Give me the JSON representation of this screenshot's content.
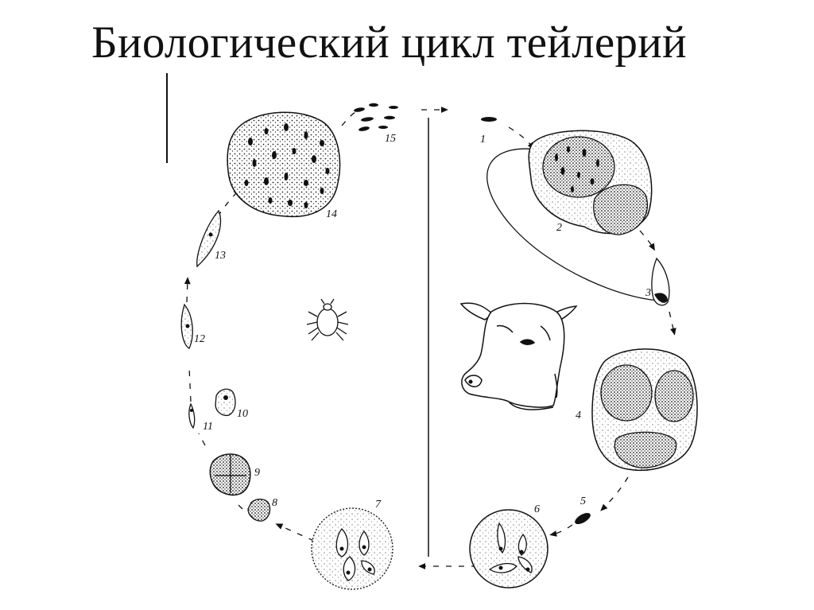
{
  "title": "Биологический цикл тейлерий",
  "stages": {
    "s1": "1",
    "s2": "2",
    "s3": "3",
    "s4": "4",
    "s5": "5",
    "s6": "6",
    "s7": "7",
    "s8": "8",
    "s9": "9",
    "s10": "10",
    "s11": "11",
    "s12": "12",
    "s13": "13",
    "s14": "14",
    "s15": "15"
  },
  "hosts": {
    "left_icon": "tick-icon",
    "right_icon": "cow-head-icon"
  }
}
